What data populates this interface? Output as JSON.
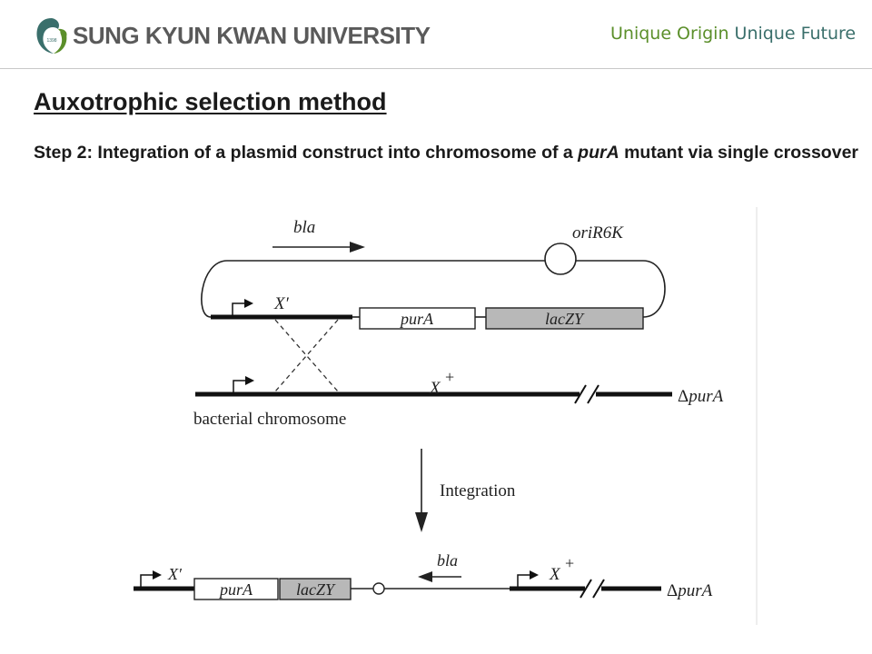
{
  "header": {
    "university": "SUNG KYUN KWAN UNIVERSITY",
    "logo_year": "1398",
    "slogan_part1": "Unique Origin",
    "slogan_part2": "Unique Future",
    "colors": {
      "green": "#5b8f2a",
      "teal": "#3a6f6b",
      "gray": "#5a5a5a"
    }
  },
  "slide": {
    "title": "Auxotrophic selection method",
    "step_prefix": "Step 2: Integration of a plasmid construct into chromosome of a ",
    "step_gene": "purA",
    "step_suffix": " mutant via single crossover"
  },
  "diagram": {
    "bla": "bla",
    "ori": "oriR6K",
    "x_prime": "X′",
    "pura": "purA",
    "laczy": "lacZY",
    "x_plus": "X",
    "plus": "+",
    "delta": "Δ",
    "pura_italic": "purA",
    "chromosome": "bacterial chromosome",
    "integration": "Integration"
  }
}
